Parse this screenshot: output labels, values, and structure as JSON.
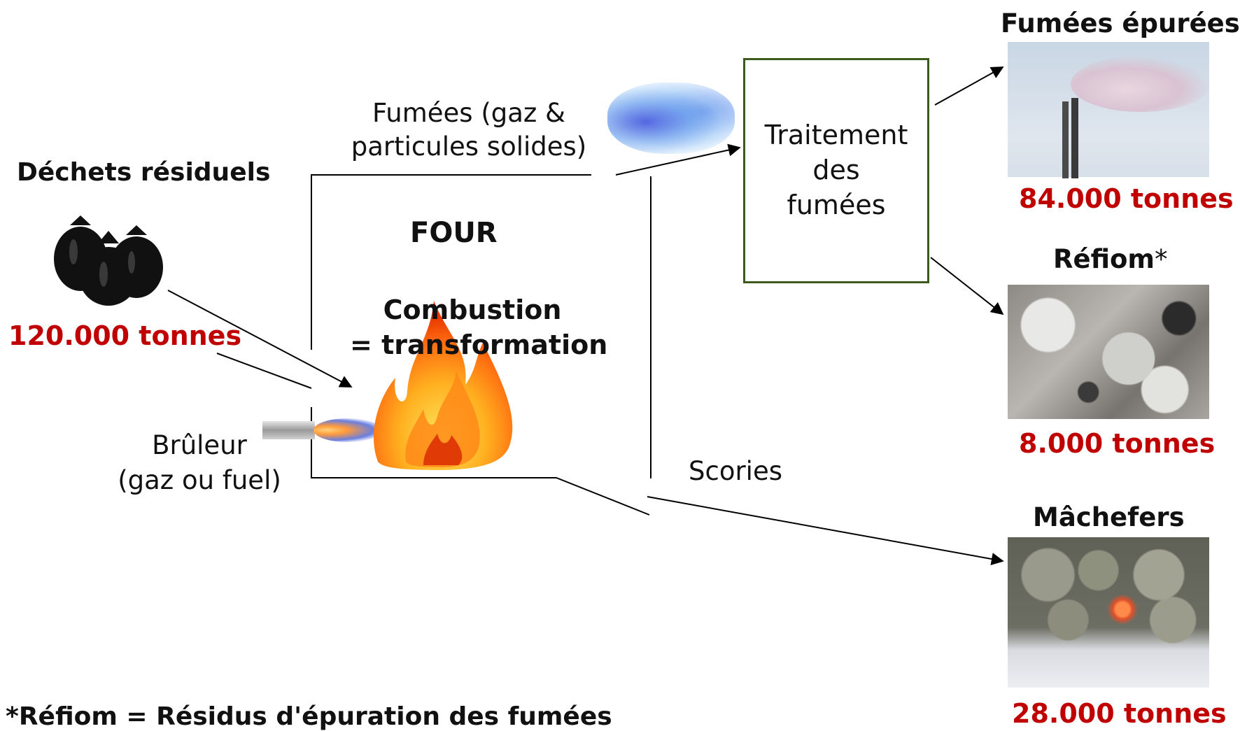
{
  "input": {
    "title": "Déchets résiduels",
    "tonnage": "120.000 tonnes"
  },
  "furnace": {
    "label": "FOUR",
    "combustion_line1": "Combustion",
    "combustion_line2": "= transformation"
  },
  "burner": {
    "line1": "Brûleur",
    "line2": "(gaz ou fuel)"
  },
  "flue_gas": {
    "line1": "Fumées (gaz &",
    "line2": "particules solides)"
  },
  "treatment": {
    "line1": "Traitement",
    "line2": "des",
    "line3": "fumées"
  },
  "scories_label": "Scories",
  "outputs": {
    "clean_smoke": {
      "title": "Fumées épurées",
      "tonnage": "84.000 tonnes"
    },
    "refiom": {
      "title": "Réfiom",
      "asterisk": "*",
      "tonnage": "8.000 tonnes"
    },
    "machefers": {
      "title": "Mâchefers",
      "tonnage": "28.000 tonnes"
    }
  },
  "footnote": "*Réfiom = Résidus d'épuration des fumées",
  "colors": {
    "tonnage": "#c00000",
    "treatment_border": "#3d5a1e"
  }
}
